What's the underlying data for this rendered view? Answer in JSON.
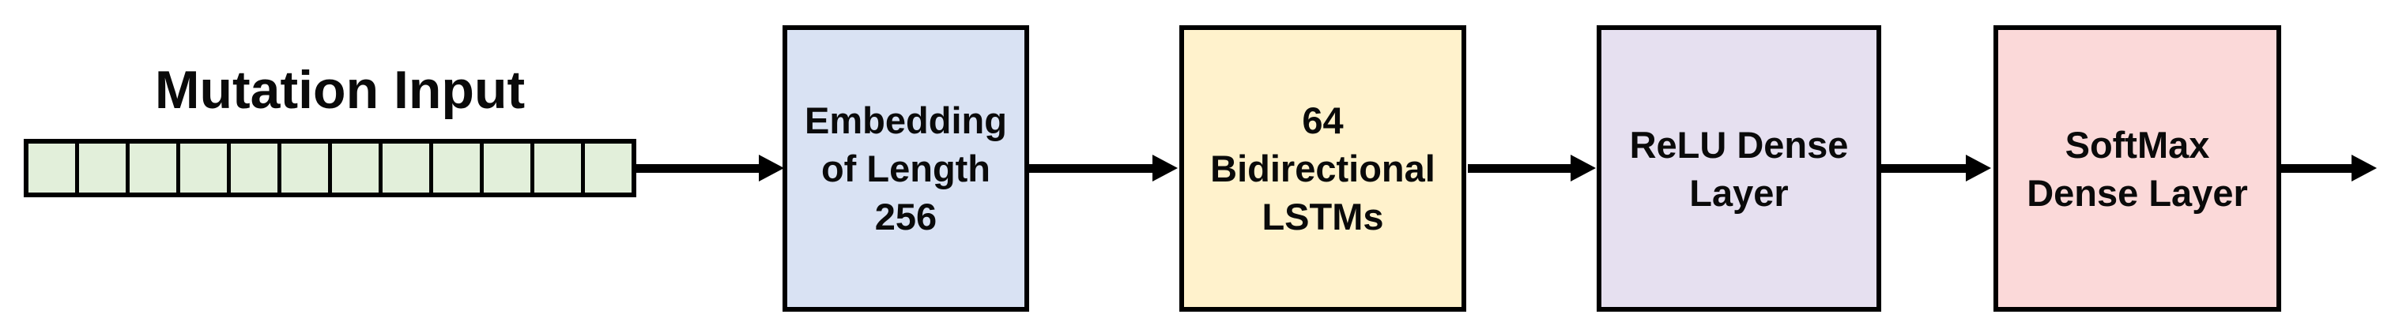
{
  "diagram": {
    "title": "Mutation Input",
    "input_strip": {
      "cells": 12,
      "cell_fill": "#e2efda"
    },
    "nodes": [
      {
        "id": "embedding-layer",
        "lines": [
          "Embedding",
          "of Length",
          "256"
        ],
        "fill": "#d9e2f3"
      },
      {
        "id": "bidirectional-lstm-layer",
        "lines": [
          "64",
          "Bidirectional",
          "LSTMs"
        ],
        "fill": "#fff2cc"
      },
      {
        "id": "relu-dense-layer",
        "lines": [
          "ReLU Dense",
          "Layer"
        ],
        "fill": "#e6e0f0"
      },
      {
        "id": "softmax-dense-layer",
        "lines": [
          "SoftMax",
          "Dense Layer"
        ],
        "fill": "#fbd9d9"
      }
    ],
    "arrow_color": "#000000",
    "border_color": "#000000"
  }
}
